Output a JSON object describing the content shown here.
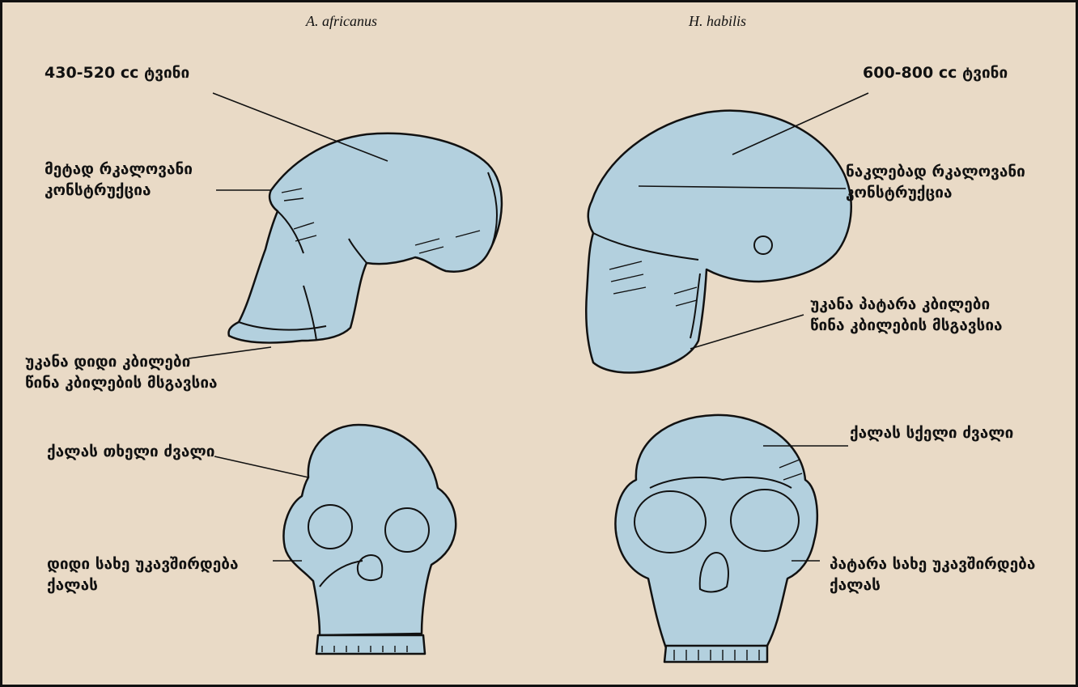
{
  "species": {
    "left": "A. africanus",
    "right": "H. habilis"
  },
  "labels": {
    "left_brain": "430-520 cc ტვინი",
    "left_vault_l1": "მეტად რკალოვანი",
    "left_vault_l2": "კონსტრუქცია",
    "left_teeth_l1": "უკანა დიდი კბილები",
    "left_teeth_l2": "წინა კბილების მსგავსია",
    "left_bone": "ქალას თხელი ძვალი",
    "left_face_l1": "დიდი სახე უკავშირდება",
    "left_face_l2": "ქალას",
    "right_brain": "600-800 cc ტვინი",
    "right_vault_l1": "ნაკლებად რკალოვანი",
    "right_vault_l2": "კონსტრუქცია",
    "right_teeth_l1": "უკანა პატარა კბილები",
    "right_teeth_l2": "წინა კბილების მსგავსია",
    "right_bone": "ქალას სქელი ძვალი",
    "right_face_l1": "პატარა სახე უკავშირდება",
    "right_face_l2": "ქალას"
  },
  "colors": {
    "background": "#e9dac6",
    "skull_fill": "#b3d0de",
    "ink": "#111111"
  }
}
